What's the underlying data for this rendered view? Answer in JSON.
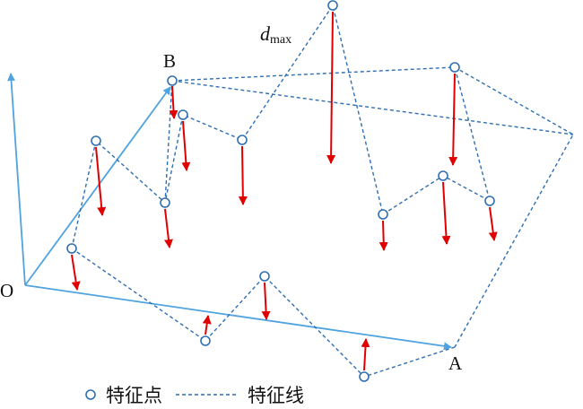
{
  "labels": {
    "origin": "O",
    "point_a": "A",
    "point_b": "B",
    "dmax_main": "d",
    "dmax_sub": "max"
  },
  "legend": {
    "point_label": "特征点",
    "line_label": "特征线"
  },
  "colors": {
    "axis": "#4fa3e0",
    "feature_line": "#2f6fb2",
    "feature_point": "#2f6fb2",
    "deviation_arrow": "#e00000",
    "text": "#111111"
  }
}
